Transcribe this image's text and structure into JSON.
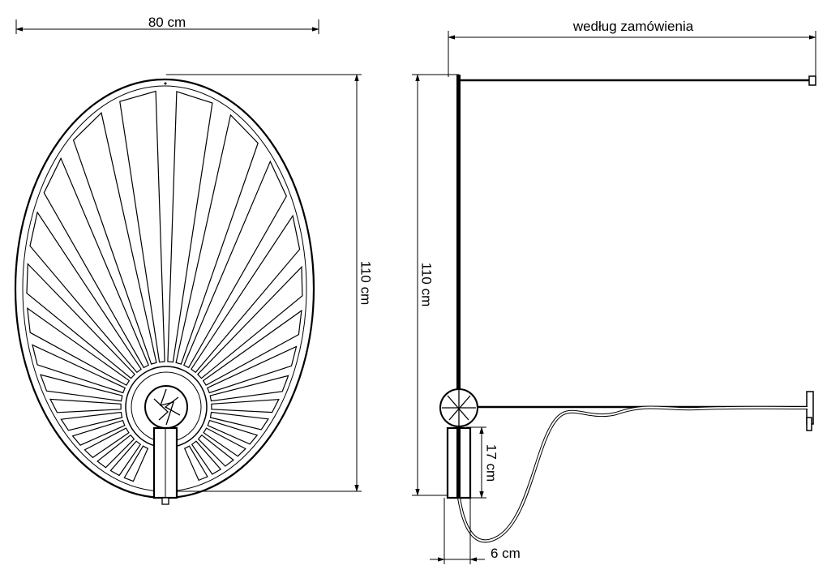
{
  "front_view": {
    "width_label": "80 cm",
    "height_label": "110 cm",
    "ray_count": 30
  },
  "side_view": {
    "length_label": "według zamówienia",
    "height_label": "110 cm",
    "socket_height_label": "17 cm",
    "depth_label": "6 cm"
  },
  "colors": {
    "line": "#000000",
    "background": "#ffffff"
  }
}
